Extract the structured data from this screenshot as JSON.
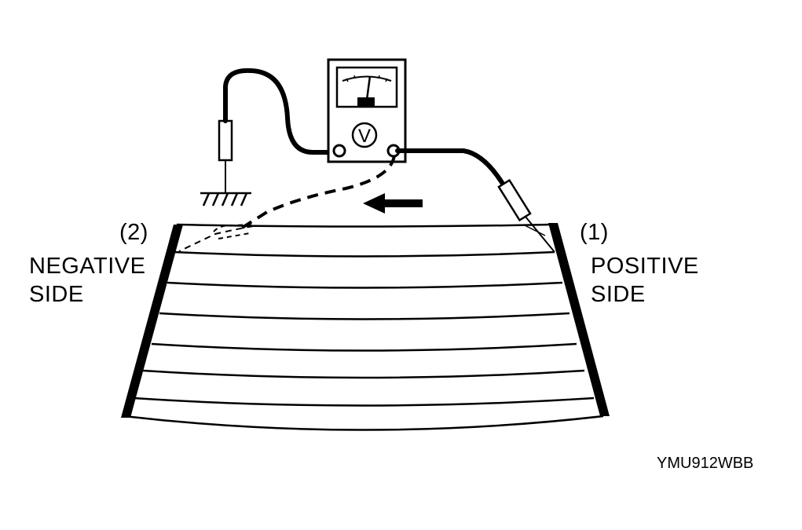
{
  "labels": {
    "negative_number": "(2)",
    "negative_line1": "NEGATIVE",
    "negative_line2": "SIDE",
    "positive_number": "(1)",
    "positive_line1": "POSITIVE",
    "positive_line2": "SIDE",
    "figure_code": "YMU912WBB"
  },
  "voltmeter": {
    "symbol": "V"
  },
  "icons": {
    "voltmeter": "voltmeter-icon",
    "ground": "ground-icon",
    "probe": "probe-icon",
    "arrow": "arrow-left-icon"
  },
  "colors": {
    "ink": "#000000",
    "background": "#ffffff"
  }
}
